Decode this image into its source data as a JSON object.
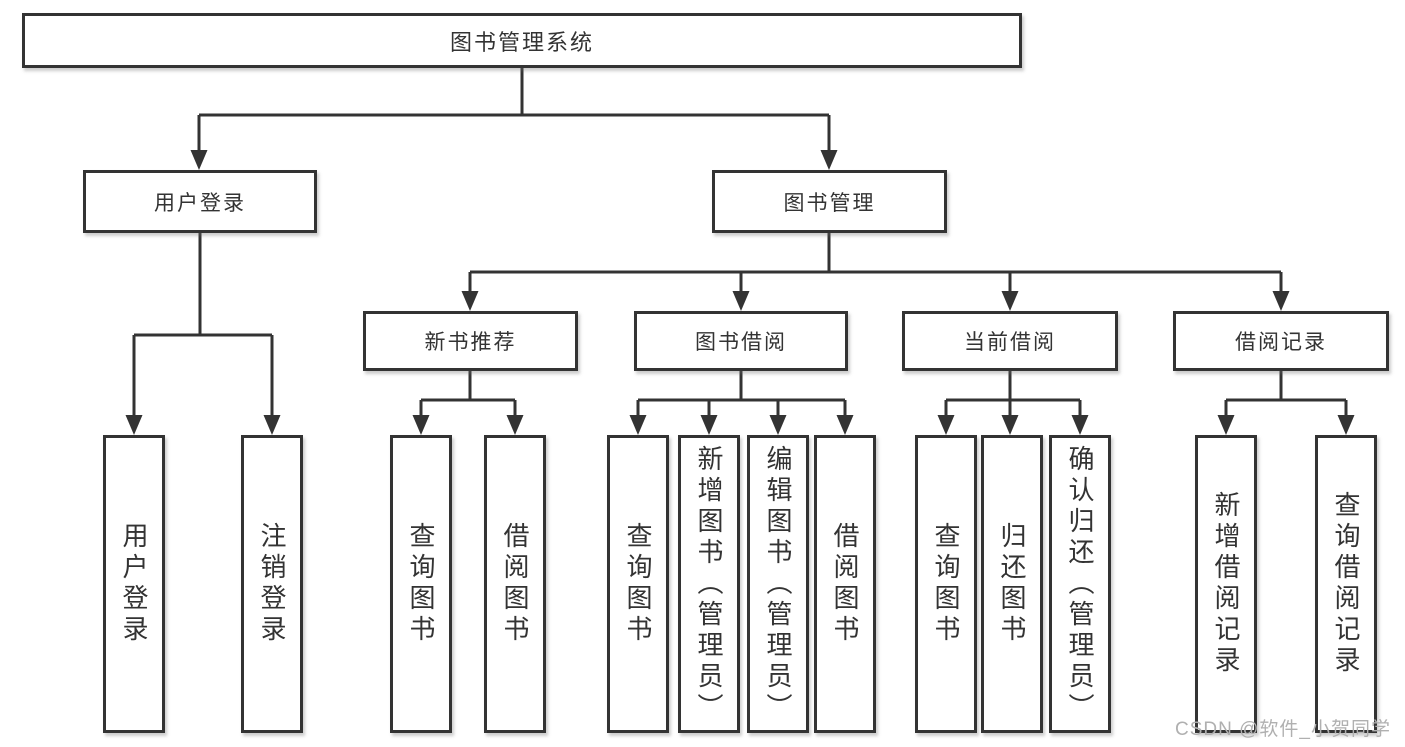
{
  "diagram": {
    "root": {
      "label": "图书管理系统"
    },
    "branches": [
      {
        "label": "用户登录",
        "children": [
          {
            "label": "用户登录"
          },
          {
            "label": "注销登录"
          }
        ]
      },
      {
        "label": "图书管理",
        "children": [
          {
            "label": "新书推荐",
            "children": [
              {
                "label": "查询图书"
              },
              {
                "label": "借阅图书"
              }
            ]
          },
          {
            "label": "图书借阅",
            "children": [
              {
                "label": "查询图书"
              },
              {
                "label": "新增图书（管理员）"
              },
              {
                "label": "编辑图书（管理员）"
              },
              {
                "label": "借阅图书"
              }
            ]
          },
          {
            "label": "当前借阅",
            "children": [
              {
                "label": "查询图书"
              },
              {
                "label": "归还图书"
              },
              {
                "label": "确认归还（管理员）"
              }
            ]
          },
          {
            "label": "借阅记录",
            "children": [
              {
                "label": "新增借阅记录"
              },
              {
                "label": "查询借阅记录"
              }
            ]
          }
        ]
      }
    ]
  },
  "watermark": {
    "text": "CSDN @软件_小贺同学"
  },
  "colors": {
    "line": "#333333",
    "box_border": "#333333",
    "box_background": "#ffffff",
    "text": "#333333",
    "watermark": "#b0b0b0",
    "background": "#ffffff"
  }
}
